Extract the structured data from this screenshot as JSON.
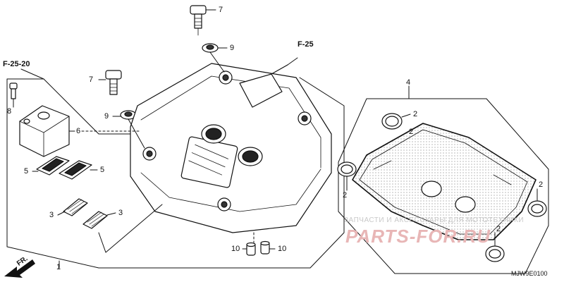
{
  "ref_links": {
    "f25_20": "F-25-20",
    "f25": "F-25"
  },
  "callouts": {
    "bolt_top": "7",
    "washer_top": "9",
    "bolt_left": "7",
    "washer_left": "9",
    "bolt_small": "8",
    "cap": "6",
    "pad_a": "5",
    "pad_b": "5",
    "insert_a": "3",
    "insert_b": "3",
    "dowel_a": "10",
    "dowel_b": "10",
    "assembly": "1",
    "gasket_set": "4",
    "plug_1": "2",
    "plug_2": "2",
    "plug_3": "2",
    "plug_4": "2",
    "plug_5": "2"
  },
  "direction": "FR.",
  "diagram_code": "MJW9E0100",
  "watermark": {
    "top": "ЗАПЧАСТИ И АКСЕССУАРЫ ДЛЯ МОТОТЕХНИКИ",
    "main": "PARTS-FOR.RU"
  }
}
